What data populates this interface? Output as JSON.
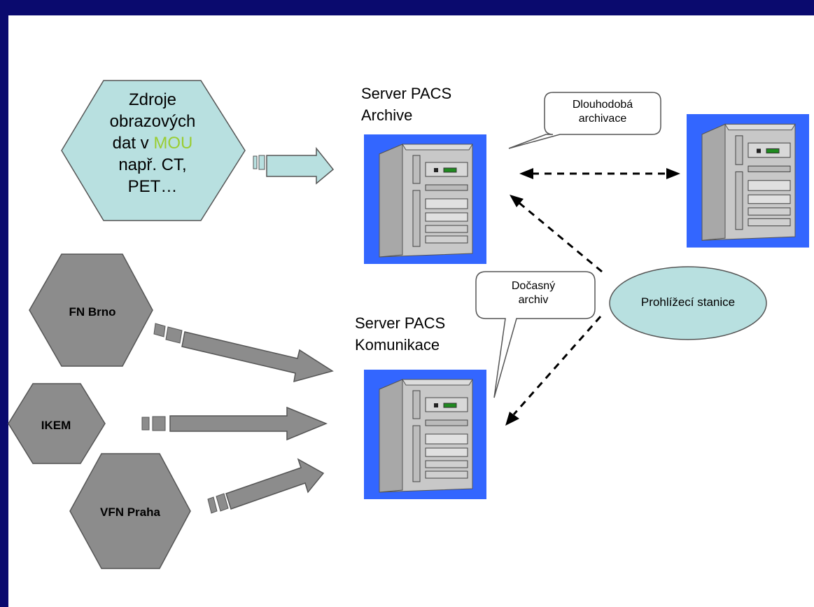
{
  "source_hex": {
    "line1": "Zdroje",
    "line2": "obrazových",
    "line3_prefix": "dat v ",
    "line3_highlight": "MOU",
    "line4": "např. CT,",
    "line5": "PET…"
  },
  "hospitals": [
    "FN Brno",
    "IKEM",
    "VFN Praha"
  ],
  "server_archive": {
    "line1": "Server PACS",
    "line2": "Archive"
  },
  "server_comm": {
    "line1": "Server PACS",
    "line2": "Komunikace"
  },
  "callout_long": {
    "line1": "Dlouhodobá",
    "line2": "archivace"
  },
  "callout_temp": {
    "line1": "Dočasný",
    "line2": "archiv"
  },
  "viewer": {
    "label": "Prohlížecí stanice"
  },
  "colors": {
    "background": "#0a0a6e",
    "hex_light": "#b8e0e0",
    "hex_gray": "#8c8c8c",
    "server_bg": "#3366ff",
    "ellipse": "#b8e0e0"
  }
}
